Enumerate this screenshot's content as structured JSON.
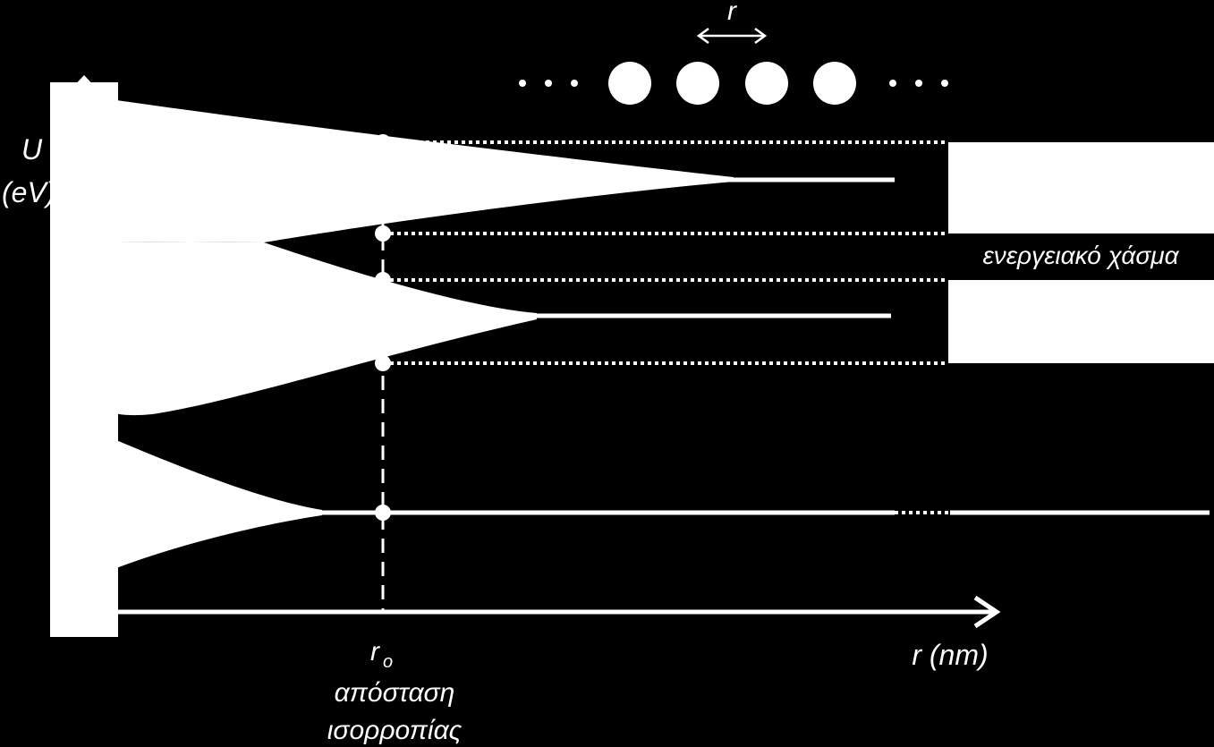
{
  "colors": {
    "background": "#000000",
    "foreground": "#ffffff"
  },
  "labels": {
    "y_axis_line1": "U",
    "y_axis_line2": "(eV)",
    "atom_spacing": "r",
    "ellipsis_left": "• • •",
    "ellipsis_right": "• • •",
    "energy_gap": "ενεργειακό χάσμα",
    "r0_symbol": "r",
    "r0_subscript": "o",
    "equilibrium_line1": "απόσταση",
    "equilibrium_line2": "ισορροπίας",
    "x_axis": "r (nm)"
  },
  "atoms": {
    "count": 4
  }
}
